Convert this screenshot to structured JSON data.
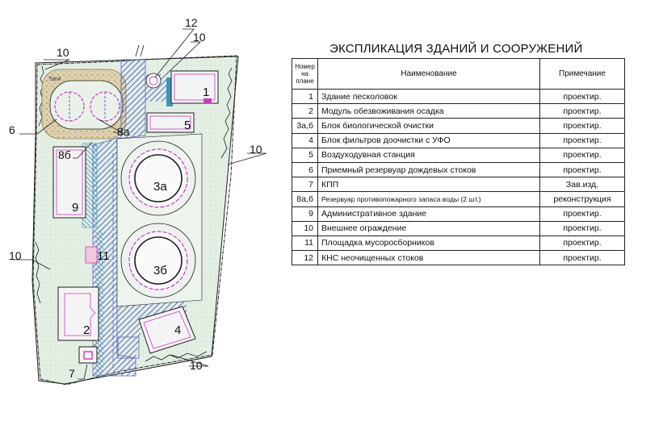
{
  "plan": {
    "callouts": [
      "12",
      "10",
      "10",
      "1",
      "5",
      "6",
      "8а",
      "8б",
      "9",
      "3а",
      "10",
      "11",
      "3б",
      "10",
      "2",
      "4",
      "7",
      "10"
    ],
    "small_label": "Тип4"
  },
  "explication": {
    "title": "ЭКСПЛИКАЦИЯ ЗДАНИЙ И СООРУЖЕНИЙ",
    "headers": {
      "num_1": "Номер",
      "num_2": "на",
      "num_3": "плане",
      "name": "Наименование",
      "note": "Примечание"
    },
    "rows": [
      {
        "num": "1",
        "name": "Здание песколовок",
        "note": "проектир."
      },
      {
        "num": "2",
        "name": "Модуль обезвоживания осадка",
        "note": "проектир."
      },
      {
        "num": "3а,б",
        "name": "Блок биологической очистки",
        "note": "проектир."
      },
      {
        "num": "4",
        "name": "Блок фильтров доочистки с УФО",
        "note": "проектир."
      },
      {
        "num": "5",
        "name": "Воздуходувная станция",
        "note": "проектир."
      },
      {
        "num": "6",
        "name": "Приемный резервуар дождевых стоков",
        "note": "проектир."
      },
      {
        "num": "7",
        "name": "КПП",
        "note": "Зав.изд."
      },
      {
        "num": "8а,б",
        "name": "Резервуар противопожарного запаса воды (2 шт.)",
        "note": "реконструкция"
      },
      {
        "num": "9",
        "name": "Административное здание",
        "note": "проектир."
      },
      {
        "num": "10",
        "name": "Внешнее ограждение",
        "note": "проектир."
      },
      {
        "num": "11",
        "name": "Площадка мусоросборников",
        "note": "проектир."
      },
      {
        "num": "12",
        "name": "КНС неочищенных стоков",
        "note": "проектир."
      }
    ]
  },
  "colors": {
    "lawn": "#e4efe4",
    "road": "#5b66c9",
    "walkway": "#3a96b8",
    "building": "#c83bc8",
    "gravel": "#d6c7a2",
    "ink": "#1e1e1e"
  }
}
